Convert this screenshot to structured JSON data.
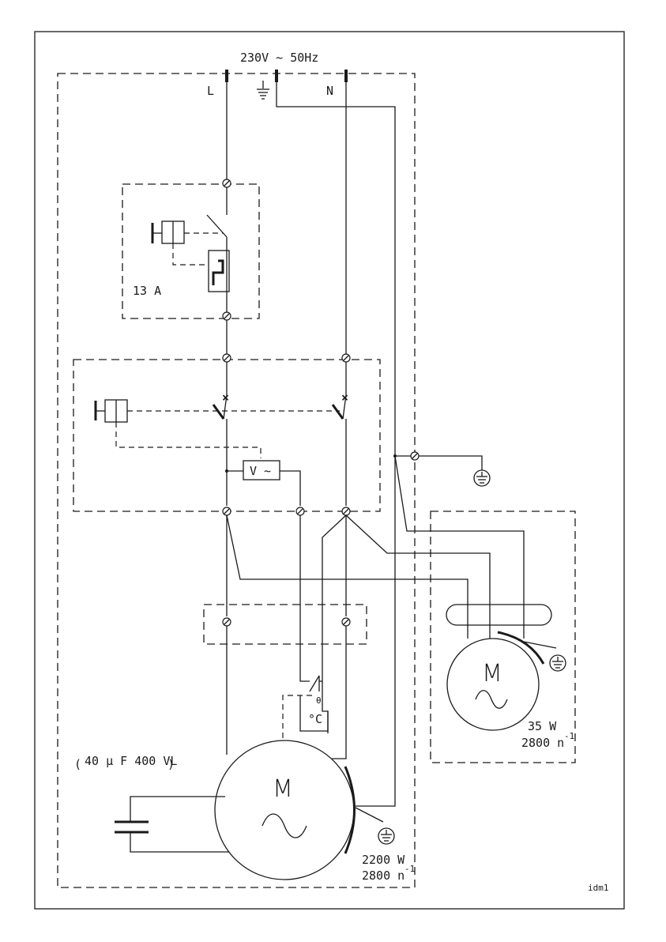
{
  "supply": {
    "voltage": "230V ~ 50Hz",
    "line_label": "L",
    "neutral_label": "N"
  },
  "breaker": {
    "rating": "13 A"
  },
  "voltmeter": {
    "label": "V ~"
  },
  "thermostat": {
    "unit": "°C"
  },
  "capacitor": {
    "label": "40 µ F 400 VL"
  },
  "main_motor": {
    "symbol": "M",
    "power": "2200 W",
    "speed": "2800 n",
    "speed_exp": "-1"
  },
  "fan_motor": {
    "symbol": "M",
    "power": "35 W",
    "speed": "2800 n",
    "speed_exp": "-1"
  },
  "drawing_id": "idm1"
}
